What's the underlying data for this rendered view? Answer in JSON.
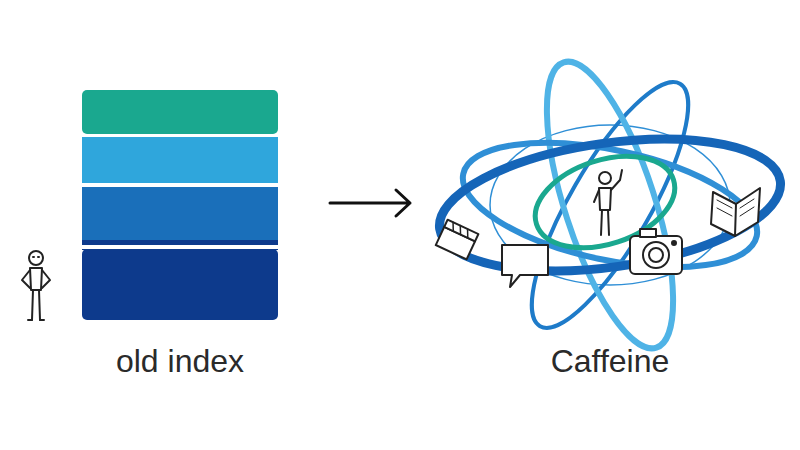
{
  "diagram": {
    "nodes": [
      {
        "text": [
          "old index"
        ]
      },
      {
        "text": [
          "Caffeine"
        ]
      }
    ],
    "edges": [
      {
        "from": 0,
        "to": 1,
        "arrow": "to"
      }
    ]
  }
}
